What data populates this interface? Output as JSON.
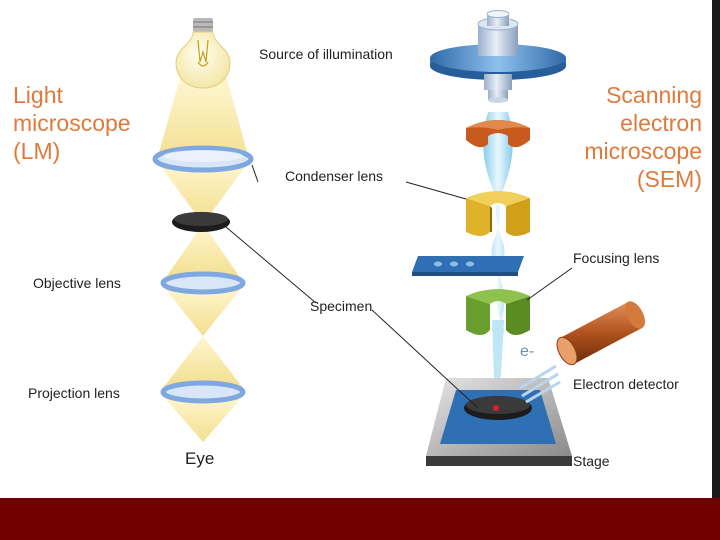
{
  "lm": {
    "title_lines": [
      "Light",
      "microscope",
      "(LM)"
    ]
  },
  "sem": {
    "title_lines": [
      "Scanning",
      "electron",
      "microscope",
      "(SEM)"
    ]
  },
  "labels": {
    "source": "Source of illumination",
    "condenser": "Condenser lens",
    "objective": "Objective lens",
    "specimen": "Specimen",
    "projection": "Projection lens",
    "eye": "Eye",
    "focusing": "Focusing lens",
    "electron": "e-",
    "detector": "Electron detector",
    "stage": "Stage"
  },
  "colors": {
    "title": "#e07a3c",
    "footer": "#730000",
    "light_cone": "#f6e7a3",
    "lens_ring": "#7fa7e0",
    "electron_beam": "#9fd6ec",
    "stage_blue": "#2f6fb3",
    "orange_lens": "#c85a1e",
    "yellow_lens": "#e0b22a",
    "green_lens": "#6a9e2e",
    "detector_copper": "#b0521e"
  }
}
